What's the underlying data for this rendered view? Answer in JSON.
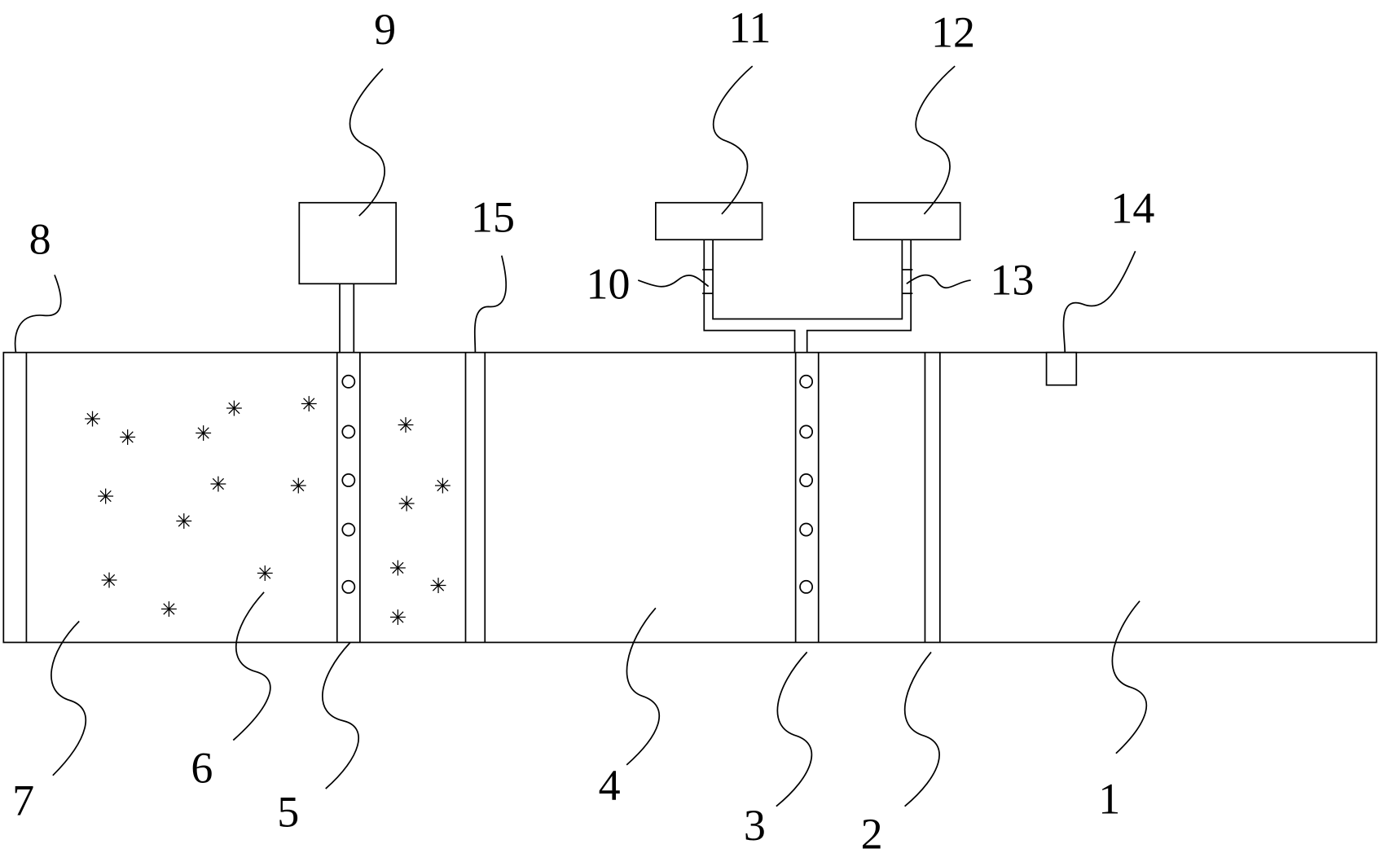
{
  "labels": {
    "l1": "1",
    "l2": "2",
    "l3": "3",
    "l4": "4",
    "l5": "5",
    "l6": "6",
    "l7": "7",
    "l8": "8",
    "l9": "9",
    "l10": "10",
    "l11": "11",
    "l12": "12",
    "l13": "13",
    "l14": "14",
    "l15": "15"
  },
  "particle_glyph": "✳"
}
